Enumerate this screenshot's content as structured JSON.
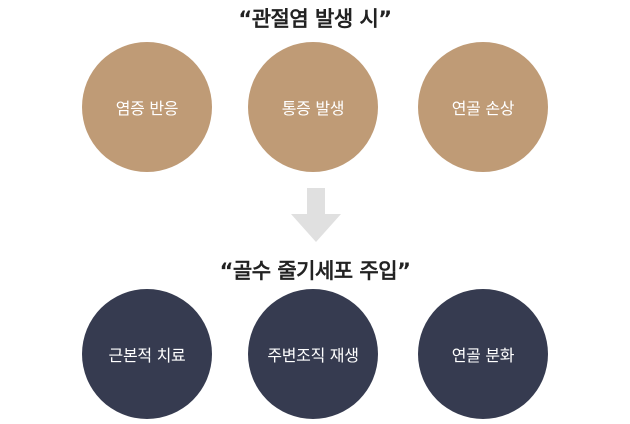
{
  "top_section": {
    "title": "“관절염 발생 시”",
    "color": "#bf9b76",
    "items": [
      "염증 반응",
      "통증 발생",
      "연골 손상"
    ]
  },
  "arrow": {
    "icon": "down-arrow-icon",
    "color": "#e0e0e0"
  },
  "bottom_section": {
    "title": "“골수 줄기세포 주입”",
    "color": "#363b50",
    "items": [
      "근본적 치료",
      "주변조직 재생",
      "연골 분화"
    ]
  }
}
